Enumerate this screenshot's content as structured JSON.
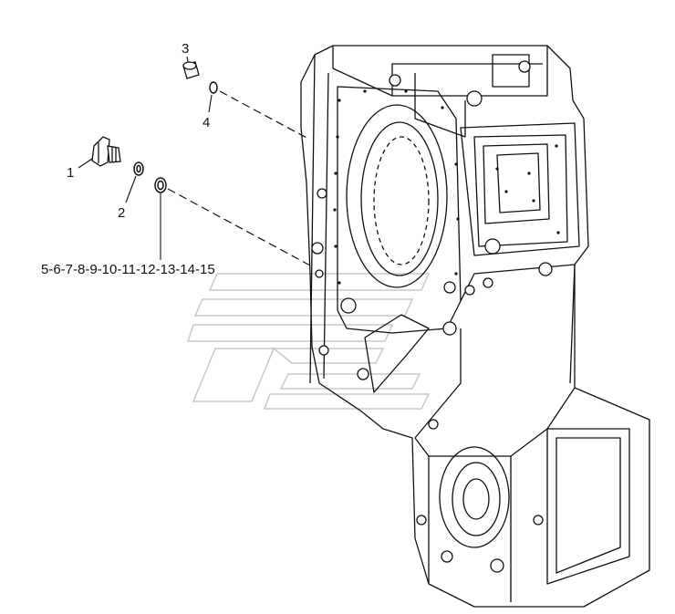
{
  "diagram": {
    "callouts": [
      {
        "id": "c1",
        "text": "1"
      },
      {
        "id": "c2",
        "text": "2"
      },
      {
        "id": "c3",
        "text": "3"
      },
      {
        "id": "c4",
        "text": "4"
      },
      {
        "id": "c5",
        "text": "5-6-7-8-9-10-11-12-13-14-15"
      }
    ],
    "colors": {
      "ink": "#111111",
      "watermark": "#c8c8c8",
      "background": "#ffffff"
    }
  }
}
